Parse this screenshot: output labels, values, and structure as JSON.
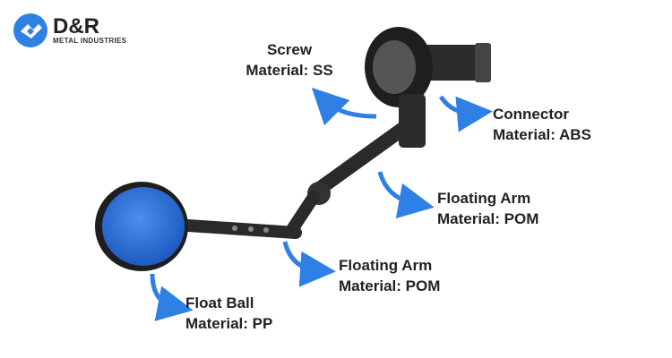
{
  "logo": {
    "brand": "D&R",
    "subtitle": "METAL INDUSTRIES"
  },
  "labels": [
    {
      "name": "Screw",
      "material": "Material: SS"
    },
    {
      "name": "Connector",
      "material": "Material: ABS"
    },
    {
      "name": "Floating Arm",
      "material": "Material: POM"
    },
    {
      "name": "Floating Arm",
      "material": "Material: POM"
    },
    {
      "name": "Float Ball",
      "material": "Material: PP"
    }
  ],
  "colors": {
    "accent": "#2f80e4",
    "text": "#222222",
    "ball": "#2a6fd6"
  }
}
